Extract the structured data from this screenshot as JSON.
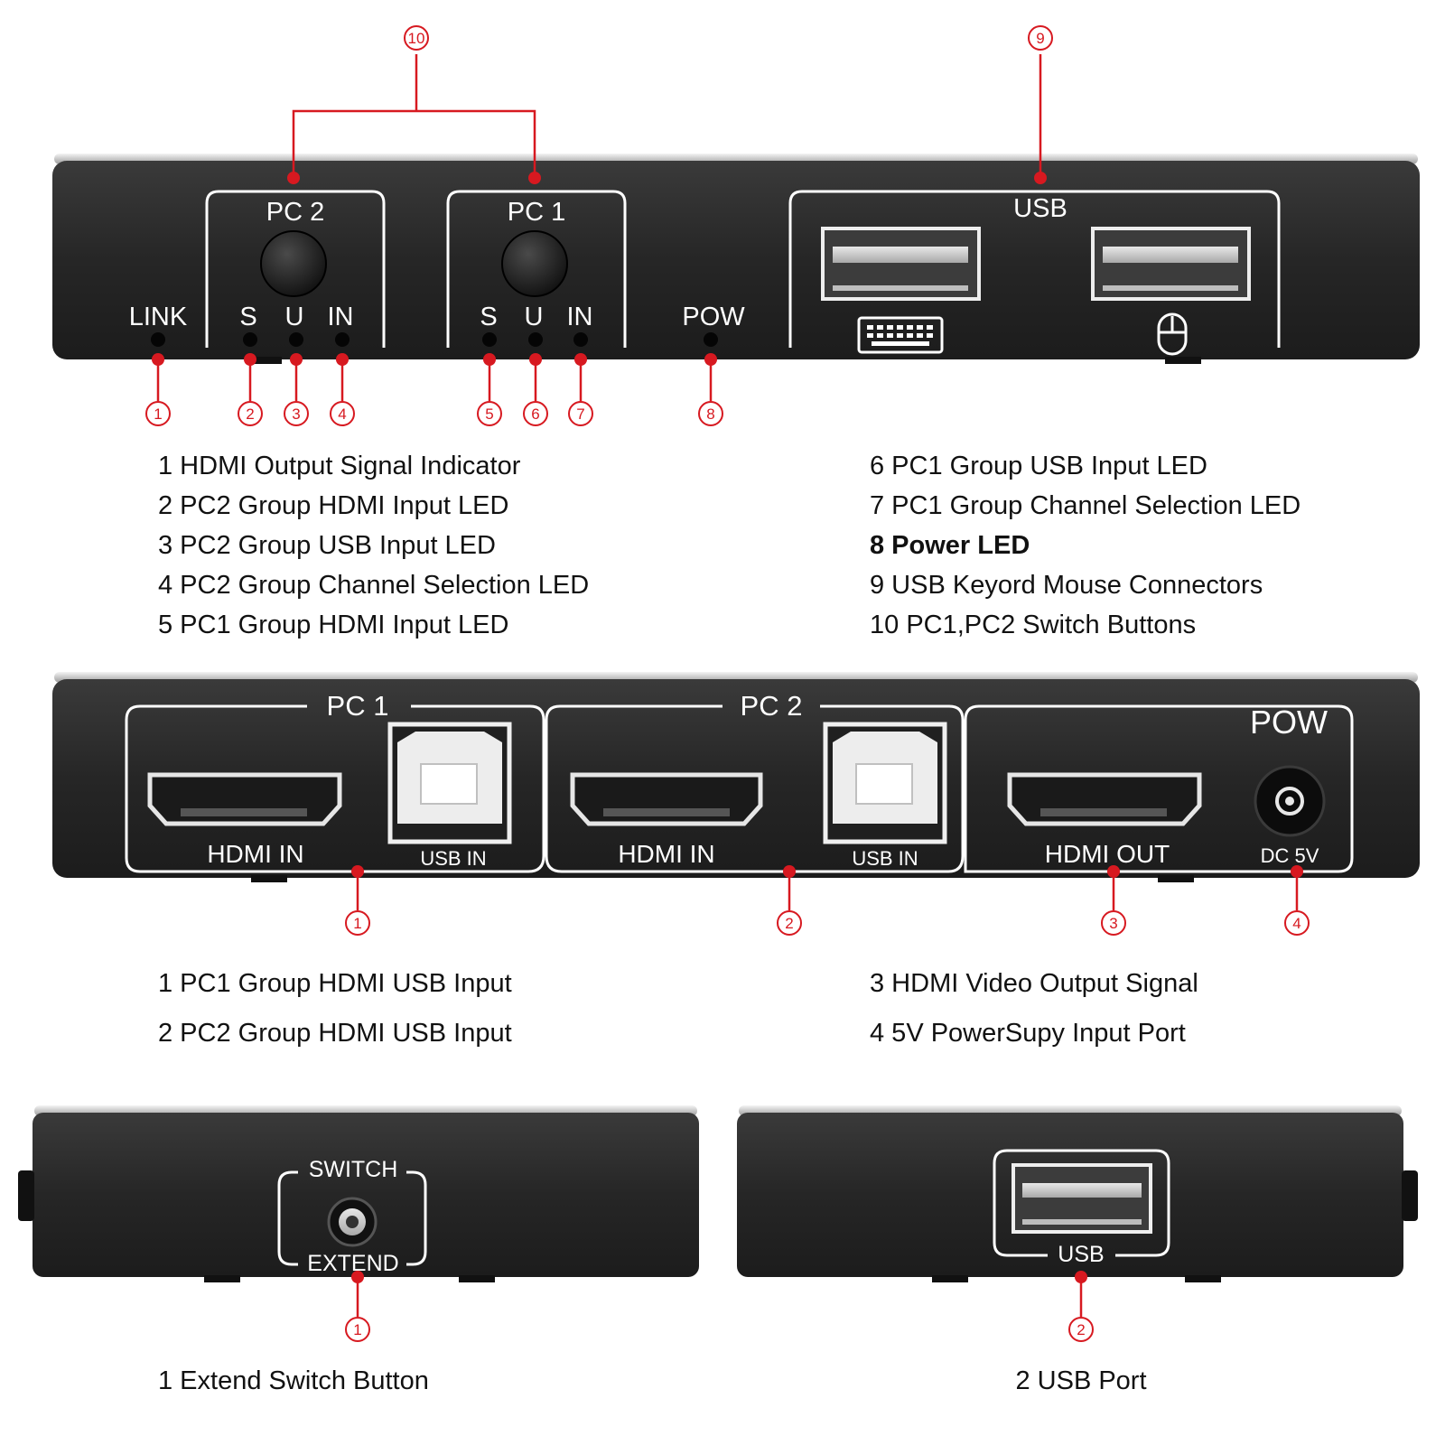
{
  "front_panel": {
    "pc2_label": "PC 2",
    "pc1_label": "PC 1",
    "link_label": "LINK",
    "led_s": "S",
    "led_u": "U",
    "led_in": "IN",
    "pow_label": "POW",
    "usb_label": "USB",
    "callouts": [
      "1",
      "2",
      "3",
      "4",
      "5",
      "6",
      "7",
      "8",
      "9",
      "10"
    ]
  },
  "front_legend": {
    "left": [
      "1 HDMI Output Signal Indicator",
      "2 PC2 Group HDMI Input LED",
      "3 PC2 Group USB Input LED",
      "4 PC2 Group Channel Selection LED",
      "5 PC1 Group HDMI Input LED"
    ],
    "right": [
      "6 PC1 Group USB Input LED",
      "7 PC1 Group Channel Selection LED",
      "8 Power LED",
      "9 USB Keyord Mouse Connectors",
      "10 PC1,PC2 Switch Buttons"
    ]
  },
  "back_panel": {
    "pc1_label": "PC 1",
    "pc2_label": "PC 2",
    "hdmi_in": "HDMI IN",
    "usb_in": "USB IN",
    "hdmi_out": "HDMI OUT",
    "pow_label": "POW",
    "dc_label": "DC 5V",
    "callouts": [
      "1",
      "2",
      "3",
      "4"
    ]
  },
  "back_legend": {
    "left": [
      "1 PC1 Group HDMI USB Input",
      "2 PC2 Group HDMI USB Input"
    ],
    "right": [
      "3 HDMI Video Output Signal",
      "4 5V PowerSupy Input Port"
    ]
  },
  "side_left": {
    "switch_label": "SWITCH",
    "extend_label": "EXTEND",
    "callout": "1",
    "legend": "1 Extend Switch Button"
  },
  "side_right": {
    "usb_label": "USB",
    "callout": "2",
    "legend": "2 USB Port"
  },
  "colors": {
    "device_body": "#2a2a2a",
    "callout_red": "#d71920",
    "outline_white": "#ffffff"
  }
}
